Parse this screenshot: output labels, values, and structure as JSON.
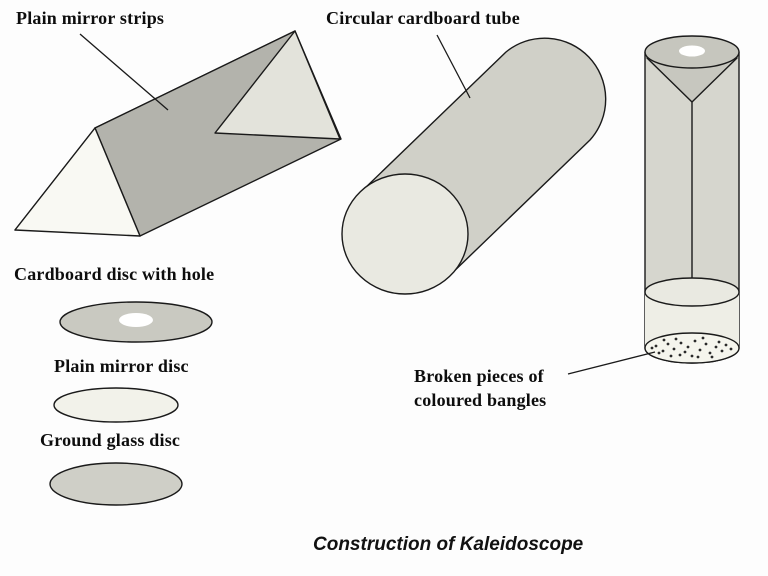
{
  "diagram": {
    "caption": "Construction of Kaleidoscope",
    "labels": {
      "mirror_strips": "Plain mirror strips",
      "cardboard_tube": "Circular cardboard tube",
      "cardboard_disc": "Cardboard disc with hole",
      "mirror_disc": "Plain mirror disc",
      "glass_disc": "Ground glass disc",
      "bangles_line1": "Broken pieces of",
      "bangles_line2": "coloured bangles"
    },
    "colors": {
      "background": "#fdfdfd",
      "outline": "#1a1a1a",
      "prism_light_face": "#efefe8",
      "prism_mid_face": "#e3e3db",
      "prism_dark_face": "#b3b3ac",
      "prism_near_face": "#f9f9f3",
      "tube_body": "#d0d0c8",
      "tube_front": "#e9e9e1",
      "kal_body": "#d6d6ce",
      "kal_top_disc": "#c6c6be",
      "kal_mirror_triangle": "#c7c7bf",
      "kal_lower_section": "#eeeee6",
      "kal_glass_ellipse": "#e9e9e1",
      "kal_bottom_face": "#f5f5ed",
      "disc_cardboard": "#c9c9c1",
      "disc_mirror": "#f2f2ea",
      "disc_glass": "#cfcfc7",
      "hole": "#ffffff"
    }
  }
}
